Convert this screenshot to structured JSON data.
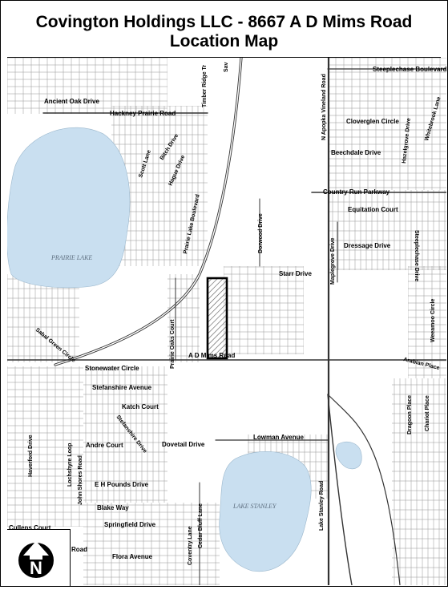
{
  "title": {
    "line1": "Covington Holdings LLC - 8667 A D Mims Road",
    "line2": "Location Map"
  },
  "colors": {
    "water": "#c9dff0",
    "road": "#333333",
    "parcel_outline": "#000000",
    "hatch": "#555555"
  },
  "lakes": {
    "prairie": "PRAIRIE LAKE",
    "stanley": "LAKE STANLEY"
  },
  "streets": {
    "steeplechase": "Steeplechase Boulevard",
    "timber_ridge": "Timber Ridge Tr",
    "sav": "Sav",
    "ancient_oak": "Ancient Oak Drive",
    "hackney_prairie": "Hackney Prairie Road",
    "n_apopka_vineland": "N Apopka Vineland Road",
    "cloverglen": "Cloverglen Circle",
    "whitebrook": "Whitebrook Lane",
    "beechdale": "Beechdale Drive",
    "hazelgrove": "Hazelgrove Drive",
    "bitch": "Bitch Drive",
    "hague": "Hague Drive",
    "scott_lane": "Scott Lane",
    "country_run": "Country Run Parkway",
    "equitation": "Equitation Court",
    "prairie_lake_blvd": "Prairie Lake Boulevard",
    "dorwood": "Dorwood Drive",
    "dressage": "Dressage Drive",
    "maplegrove": "Maplegrove Drive",
    "steeplechase_drive": "Steeplechase Drive",
    "starr": "Starr Drive",
    "weeamoo": "Weeamoo Circle",
    "prairie_oaks": "Prairie Oaks Court",
    "ad_mims": "A D Mims Road",
    "sabal_green": "Sabal Green Circle",
    "arabian_place": "Arabian Place",
    "stonewater": "Stonewater Circle",
    "stefanshire": "Stefanshire Avenue",
    "katch": "Katch Court",
    "stefanshire_drive": "Stefanshire Drive",
    "dragoon": "Dragoon Place",
    "chariot": "Chariot Place",
    "andre": "Andre Court",
    "dovetail": "Dovetail Drive",
    "lowman": "Lowman Avenue",
    "haverford": "Haverford Drive",
    "lochshyre": "Lochshyre Loop",
    "john_shores": "John Shores Road",
    "eh_pounds": "E H Pounds Drive",
    "blake": "Blake Way",
    "lake_stanley_road": "Lake Stanley Road",
    "springfield": "Springfield Drive",
    "cedar_bluff": "Cedar Bluff Lane",
    "coventry": "Coventry Lane",
    "cullens": "Cullens Court",
    "road": "Road",
    "flora": "Flora Avenue"
  },
  "north_arrow": {
    "icon": "north-arrow-icon",
    "letter": "N"
  }
}
